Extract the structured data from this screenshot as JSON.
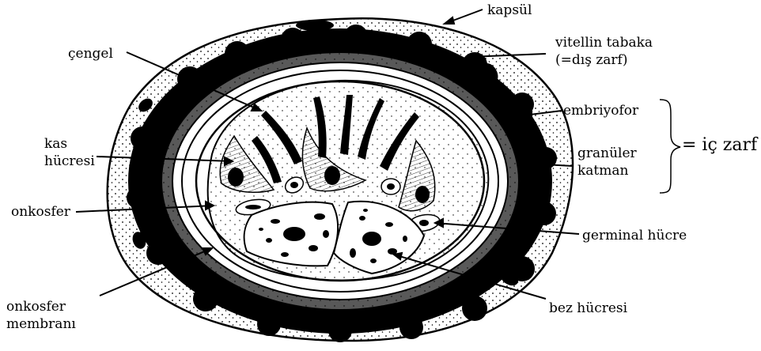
{
  "labels": {
    "kapsul": "kapsül",
    "vitellin_1": "vitellin tabaka",
    "vitellin_2": "(=dış zarf)",
    "cengel": "çengel",
    "embriyofor": "embriyofor",
    "ic_zarf": "= iç zarf",
    "kas_1": "kas",
    "kas_2": "hücresi",
    "granuler_1": "granüler",
    "granuler_2": "katman",
    "onkosfer": "onkosfer",
    "germinal": "germinal hücre",
    "onkosfer_membran_1": "onkosfer",
    "onkosfer_membran_2": "membranı",
    "bez": "bez hücresi"
  },
  "colors": {
    "ink": "#000000",
    "paper": "#ffffff"
  }
}
